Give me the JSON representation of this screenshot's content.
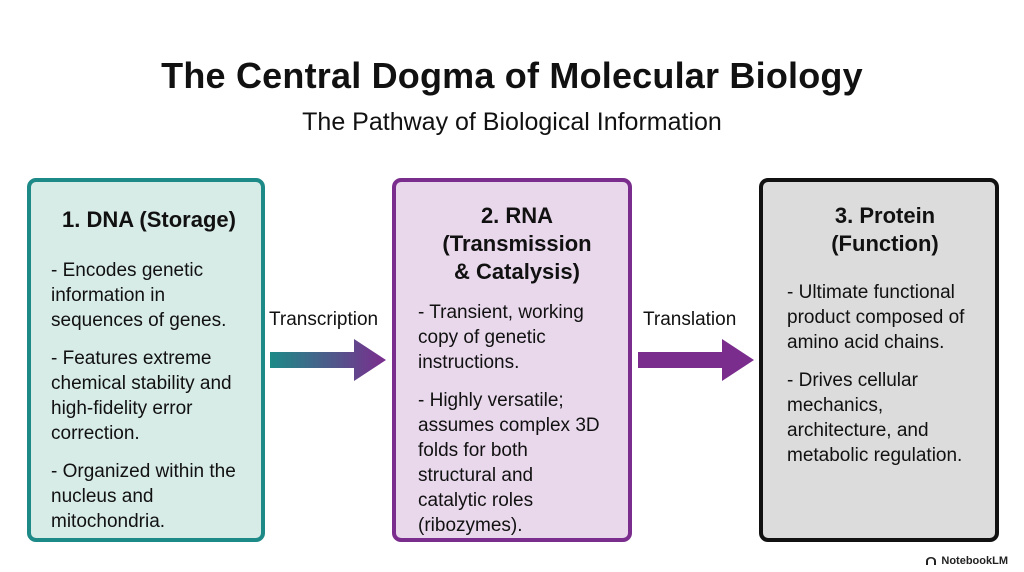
{
  "header": {
    "title": "The Central Dogma of Molecular Biology",
    "subtitle": "The Pathway of Biological Information"
  },
  "boxes": [
    {
      "heading": [
        "1. DNA (Storage)"
      ],
      "bullets": [
        [
          "- Encodes genetic",
          "information in",
          "sequences of genes."
        ],
        [
          "- Features extreme",
          "chemical stability and",
          "high-fidelity error",
          "correction."
        ],
        [
          "- Organized within the",
          "nucleus and",
          "mitochondria."
        ]
      ]
    },
    {
      "heading": [
        "2. RNA",
        "(Transmission",
        "& Catalysis)"
      ],
      "bullets": [
        [
          "- Transient, working",
          "copy of genetic",
          "instructions."
        ],
        [
          "- Highly versatile;",
          "assumes complex 3D",
          "folds for both",
          "structural and",
          "catalytic roles",
          "(ribozymes)."
        ]
      ]
    },
    {
      "heading": [
        "3. Protein",
        "(Function)"
      ],
      "bullets": [
        [
          "- Ultimate functional",
          "product composed of",
          "amino acid chains."
        ],
        [
          "- Drives cellular",
          "mechanics,",
          "architecture, and",
          "metabolic regulation."
        ]
      ]
    }
  ],
  "arrows": {
    "transcription_label": "Transcription",
    "translation_label": "Translation"
  },
  "colors": {
    "dna_border": "#1d8a87",
    "dna_fill": "#d7ebe7",
    "rna_border": "#7b2d8e",
    "rna_fill": "#e9d8ec",
    "protein_border": "#111111",
    "protein_fill": "#dcdcdc"
  },
  "watermark": "NotebookLM"
}
